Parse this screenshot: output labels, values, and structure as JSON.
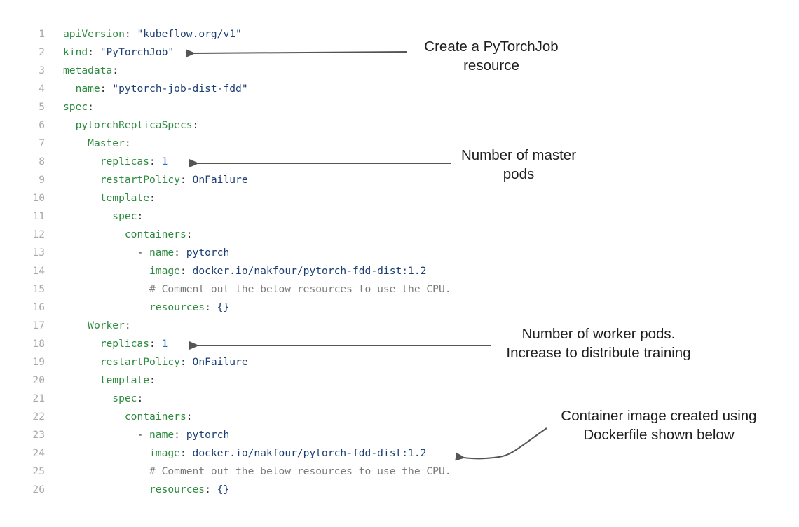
{
  "code_lines": [
    {
      "n": "1",
      "indent": "",
      "tokens": [
        {
          "t": "apiVersion",
          "c": "k"
        },
        {
          "t": ": ",
          "c": "p"
        },
        {
          "t": "\"kubeflow.org/v1\"",
          "c": "s"
        }
      ]
    },
    {
      "n": "2",
      "indent": "",
      "tokens": [
        {
          "t": "kind",
          "c": "k"
        },
        {
          "t": ": ",
          "c": "p"
        },
        {
          "t": "\"PyTorchJob\"",
          "c": "s"
        }
      ]
    },
    {
      "n": "3",
      "indent": "",
      "tokens": [
        {
          "t": "metadata",
          "c": "k"
        },
        {
          "t": ":",
          "c": "p"
        }
      ]
    },
    {
      "n": "4",
      "indent": "  ",
      "tokens": [
        {
          "t": "name",
          "c": "k"
        },
        {
          "t": ": ",
          "c": "p"
        },
        {
          "t": "\"pytorch-job-dist-fdd\"",
          "c": "s"
        }
      ]
    },
    {
      "n": "5",
      "indent": "",
      "tokens": [
        {
          "t": "spec",
          "c": "k"
        },
        {
          "t": ":",
          "c": "p"
        }
      ]
    },
    {
      "n": "6",
      "indent": "  ",
      "tokens": [
        {
          "t": "pytorchReplicaSpecs",
          "c": "k"
        },
        {
          "t": ":",
          "c": "p"
        }
      ]
    },
    {
      "n": "7",
      "indent": "    ",
      "tokens": [
        {
          "t": "Master",
          "c": "k"
        },
        {
          "t": ":",
          "c": "p"
        }
      ]
    },
    {
      "n": "8",
      "indent": "      ",
      "tokens": [
        {
          "t": "replicas",
          "c": "k"
        },
        {
          "t": ": ",
          "c": "p"
        },
        {
          "t": "1",
          "c": "n"
        }
      ]
    },
    {
      "n": "9",
      "indent": "      ",
      "tokens": [
        {
          "t": "restartPolicy",
          "c": "k"
        },
        {
          "t": ": ",
          "c": "p"
        },
        {
          "t": "OnFailure",
          "c": "s"
        }
      ]
    },
    {
      "n": "10",
      "indent": "      ",
      "tokens": [
        {
          "t": "template",
          "c": "k"
        },
        {
          "t": ":",
          "c": "p"
        }
      ]
    },
    {
      "n": "11",
      "indent": "        ",
      "tokens": [
        {
          "t": "spec",
          "c": "k"
        },
        {
          "t": ":",
          "c": "p"
        }
      ]
    },
    {
      "n": "12",
      "indent": "          ",
      "tokens": [
        {
          "t": "containers",
          "c": "k"
        },
        {
          "t": ":",
          "c": "p"
        }
      ]
    },
    {
      "n": "13",
      "indent": "            ",
      "tokens": [
        {
          "t": "- ",
          "c": "p"
        },
        {
          "t": "name",
          "c": "k"
        },
        {
          "t": ": ",
          "c": "p"
        },
        {
          "t": "pytorch",
          "c": "s"
        }
      ]
    },
    {
      "n": "14",
      "indent": "              ",
      "tokens": [
        {
          "t": "image",
          "c": "k"
        },
        {
          "t": ": ",
          "c": "p"
        },
        {
          "t": "docker.io/nakfour/pytorch-fdd-dist:1.2",
          "c": "s"
        }
      ]
    },
    {
      "n": "15",
      "indent": "              ",
      "tokens": [
        {
          "t": "# Comment out the below resources to use the CPU.",
          "c": "c"
        }
      ]
    },
    {
      "n": "16",
      "indent": "              ",
      "tokens": [
        {
          "t": "resources",
          "c": "k"
        },
        {
          "t": ": ",
          "c": "p"
        },
        {
          "t": "{}",
          "c": "s"
        }
      ]
    },
    {
      "n": "17",
      "indent": "    ",
      "tokens": [
        {
          "t": "Worker",
          "c": "k"
        },
        {
          "t": ":",
          "c": "p"
        }
      ]
    },
    {
      "n": "18",
      "indent": "      ",
      "tokens": [
        {
          "t": "replicas",
          "c": "k"
        },
        {
          "t": ": ",
          "c": "p"
        },
        {
          "t": "1",
          "c": "n"
        }
      ]
    },
    {
      "n": "19",
      "indent": "      ",
      "tokens": [
        {
          "t": "restartPolicy",
          "c": "k"
        },
        {
          "t": ": ",
          "c": "p"
        },
        {
          "t": "OnFailure",
          "c": "s"
        }
      ]
    },
    {
      "n": "20",
      "indent": "      ",
      "tokens": [
        {
          "t": "template",
          "c": "k"
        },
        {
          "t": ":",
          "c": "p"
        }
      ]
    },
    {
      "n": "21",
      "indent": "        ",
      "tokens": [
        {
          "t": "spec",
          "c": "k"
        },
        {
          "t": ":",
          "c": "p"
        }
      ]
    },
    {
      "n": "22",
      "indent": "          ",
      "tokens": [
        {
          "t": "containers",
          "c": "k"
        },
        {
          "t": ":",
          "c": "p"
        }
      ]
    },
    {
      "n": "23",
      "indent": "            ",
      "tokens": [
        {
          "t": "- ",
          "c": "p"
        },
        {
          "t": "name",
          "c": "k"
        },
        {
          "t": ": ",
          "c": "p"
        },
        {
          "t": "pytorch",
          "c": "s"
        }
      ]
    },
    {
      "n": "24",
      "indent": "              ",
      "tokens": [
        {
          "t": "image",
          "c": "k"
        },
        {
          "t": ": ",
          "c": "p"
        },
        {
          "t": "docker.io/nakfour/pytorch-fdd-dist:1.2",
          "c": "s"
        }
      ]
    },
    {
      "n": "25",
      "indent": "              ",
      "tokens": [
        {
          "t": "# Comment out the below resources to use the CPU.",
          "c": "c"
        }
      ]
    },
    {
      "n": "26",
      "indent": "              ",
      "tokens": [
        {
          "t": "resources",
          "c": "k"
        },
        {
          "t": ": ",
          "c": "p"
        },
        {
          "t": "{}",
          "c": "s"
        }
      ]
    }
  ],
  "annotations": {
    "pytorchjob": {
      "lines": [
        "Create a PyTorchJob",
        "resource"
      ]
    },
    "master": {
      "lines": [
        "Number of master",
        "pods"
      ]
    },
    "worker": {
      "lines": [
        "Number of worker pods.",
        "Increase to distribute training"
      ]
    },
    "image": {
      "lines": [
        "Container image created using",
        "Dockerfile shown below"
      ]
    }
  },
  "colors": {
    "key": "#2d8a3e",
    "string": "#1b3e73",
    "number": "#2a6fbd",
    "comment": "#7a7a7a",
    "line_number": "#a9a9a9",
    "arrow": "#555555",
    "annotation_text": "#1e1e1e"
  }
}
